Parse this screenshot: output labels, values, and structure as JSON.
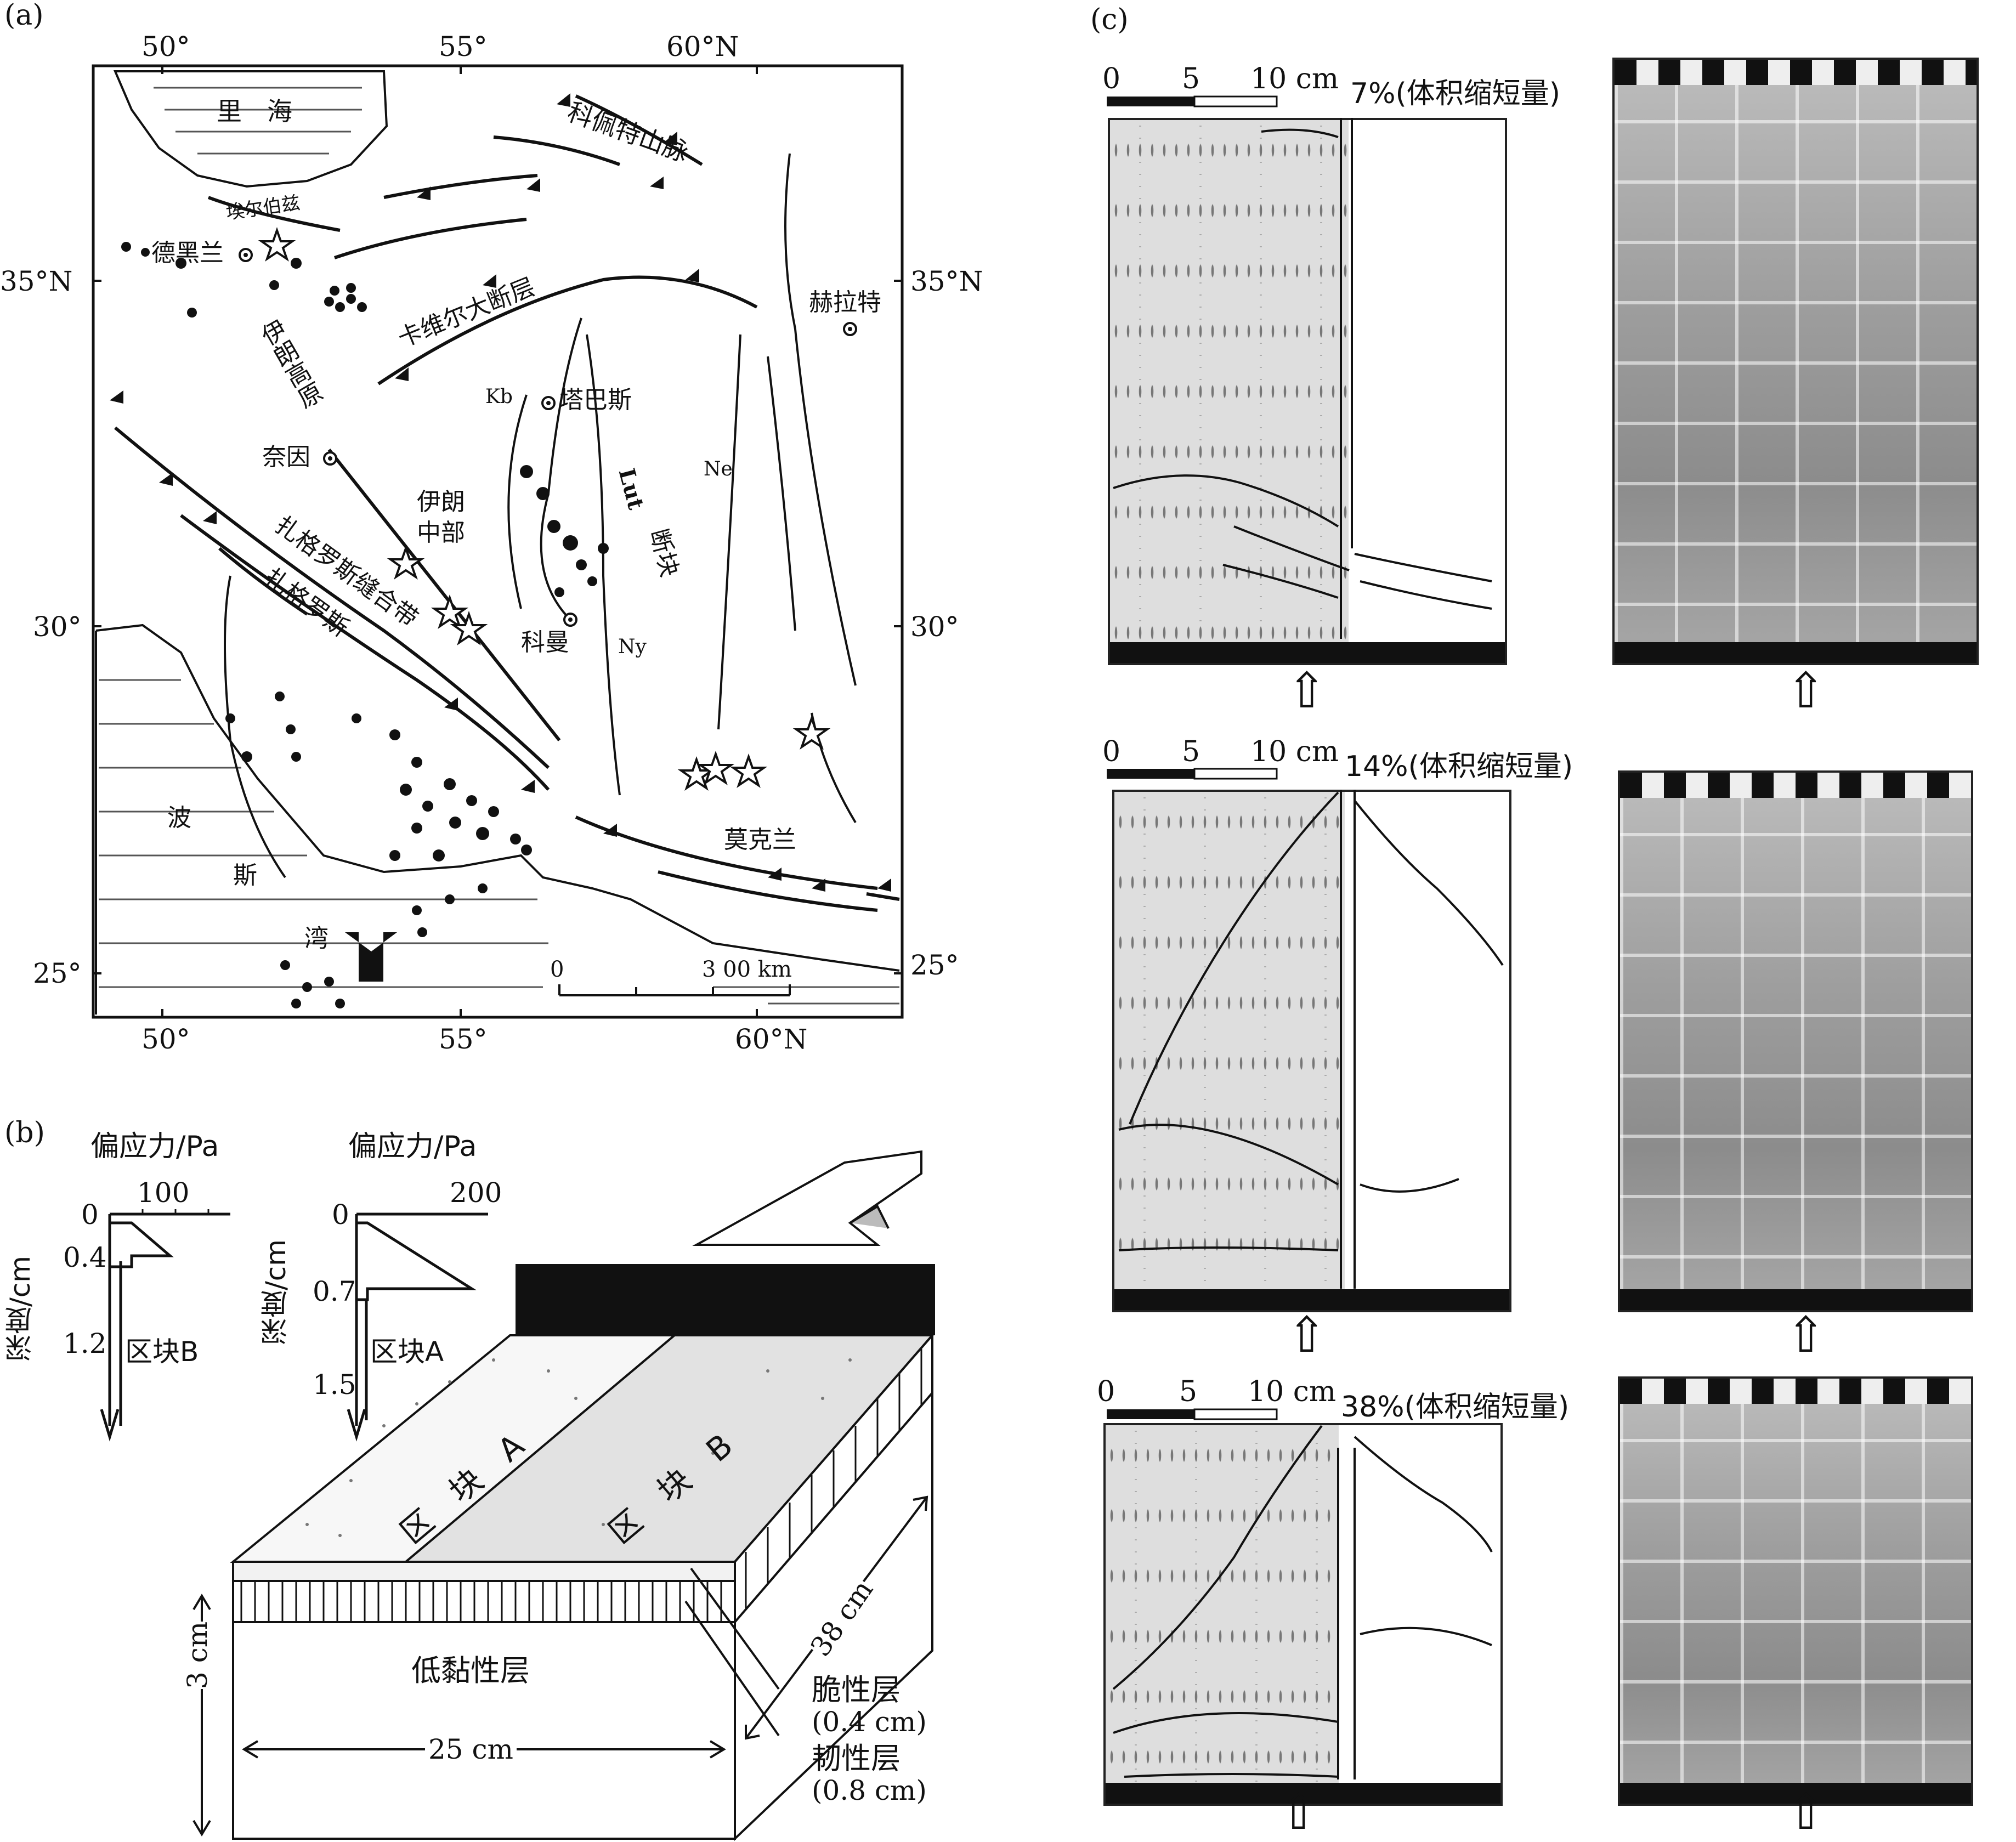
{
  "panel_a": {
    "letter": "(a)",
    "top_ticks": [
      "50°",
      "55°",
      "60°N"
    ],
    "bottom_ticks": [
      "50°",
      "55°",
      "60°N"
    ],
    "left_ticks": [
      "35°N",
      "30°",
      "25°"
    ],
    "right_ticks": [
      "35°N",
      "30°",
      "25°"
    ],
    "labels": {
      "caspian": "里　海",
      "kopet_dag": "科佩特山脉",
      "alborz": "埃尔伯兹",
      "tehran": "德黑兰",
      "kavir_fault": "卡维尔大断层",
      "herat": "赫拉特",
      "iran_plateau": "伊朗高原",
      "kb": "Kb",
      "tabas": "塔巴斯",
      "nain": "奈因",
      "central_iran_1": "伊朗",
      "central_iran_2": "中部",
      "lut": "Lut",
      "lut_block": "断块",
      "ne": "Ne",
      "zagros_suture": "扎格罗斯缝合带",
      "zagros": "扎格罗斯",
      "kerman": "科曼",
      "ny": "Ny",
      "persian_1": "波",
      "persian_2": "斯",
      "persian_3": "湾",
      "makran": "莫克兰",
      "scale_0": "0",
      "scale_300": "3 00 km"
    }
  },
  "panel_b": {
    "letter": "(b)",
    "profile_b": {
      "title": "偏应力/Pa",
      "x_tick": "100",
      "y_ticks": [
        "0",
        "0.4",
        "1.2"
      ],
      "y_label": "深度/cm",
      "block": "区块B"
    },
    "profile_a": {
      "title": "偏应力/Pa",
      "x_tick": "200",
      "y_ticks": [
        "0",
        "0.7",
        "1.5"
      ],
      "y_label": "深度/cm",
      "block": "区块A"
    },
    "block_a": "区　块　A",
    "block_b": "区　块　B",
    "low_viscosity": "低黏性层",
    "width": "25 cm",
    "height": "3 cm",
    "length": "38 cm",
    "brittle": "脆性层",
    "brittle_thick": "(0.4 cm)",
    "ductile": "韧性层",
    "ductile_thick": "(0.8 cm)"
  },
  "panel_c": {
    "letter": "(c)",
    "scale_ticks": [
      "0",
      "5",
      "10 cm"
    ],
    "stages": [
      {
        "label": "7%(体积缩短量)"
      },
      {
        "label": "14%(体积缩短量)"
      },
      {
        "label": "38%(体积缩短量)"
      }
    ],
    "arrow_symbol": "⇧"
  }
}
